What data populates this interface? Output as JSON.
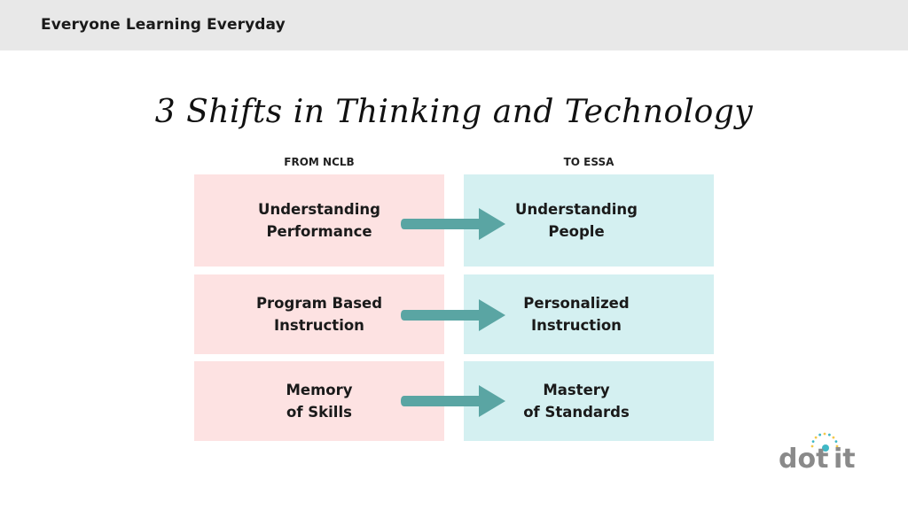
{
  "header": {
    "title": "Everyone Learning Everyday"
  },
  "slide": {
    "title": "3 Shifts in Thinking and Technology"
  },
  "columns": {
    "from_label": "FROM NCLB",
    "to_label": "TO ESSA"
  },
  "shifts": [
    {
      "from": "Understanding\nPerformance",
      "to": "Understanding\nPeople"
    },
    {
      "from": "Program Based\nInstruction",
      "to": "Personalized\nInstruction"
    },
    {
      "from": "Memory\nof Skills",
      "to": "Mastery\nof Standards"
    }
  ],
  "colors": {
    "from_box": "#fde2e2",
    "to_box": "#d4f0f1",
    "arrow": "#5aa5a3",
    "logo_text": "#8a8a8a",
    "logo_accent": "#3fb8c6"
  },
  "logo": {
    "text_left": "dot",
    "text_right": "it"
  }
}
